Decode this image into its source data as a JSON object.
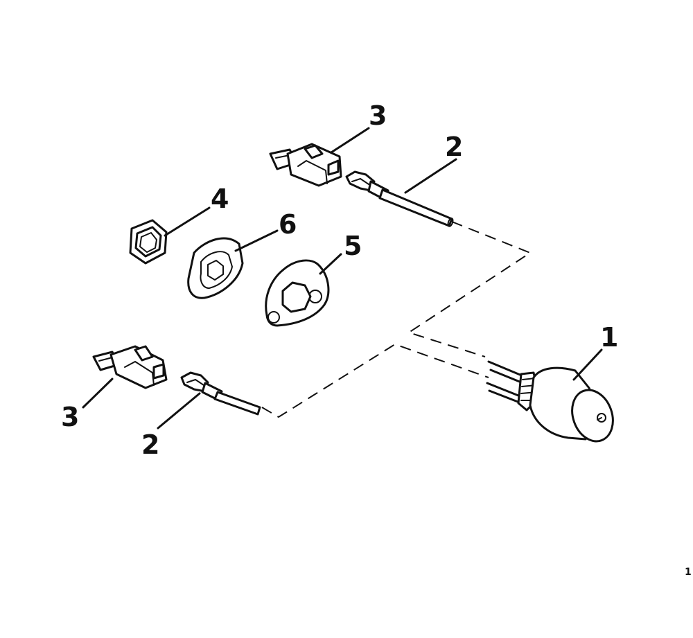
{
  "callouts": {
    "c1": "1",
    "c2_top": "2",
    "c2_bottom": "2",
    "c3_top": "3",
    "c3_bottom": "3",
    "c4": "4",
    "c5": "5",
    "c6": "6"
  },
  "page_marker": "1"
}
